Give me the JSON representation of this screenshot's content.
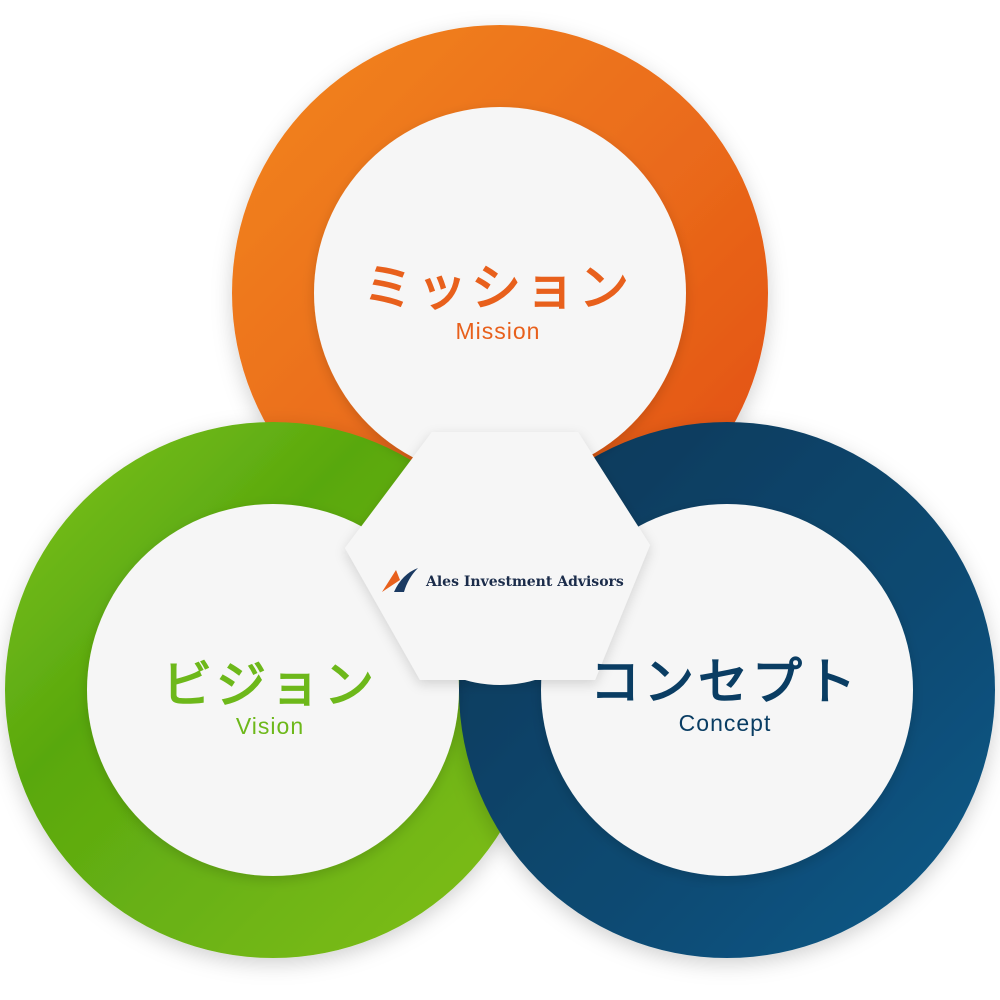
{
  "colors": {
    "mission": "#e8601c",
    "vision": "#6db81a",
    "concept": "#084a73",
    "logo_orange": "#e8601c",
    "logo_navy": "#1b3a62",
    "center_fill": "#f6f6f6"
  },
  "mission": {
    "title_jp": "ミッション",
    "title_en": "Mission"
  },
  "vision": {
    "title_jp": "ビジョン",
    "title_en": "Vision"
  },
  "concept": {
    "title_jp": "コンセプト",
    "title_en": "Concept"
  },
  "logo": {
    "name": "Ales Investment Advisors",
    "icon": "sail-logo-icon"
  }
}
